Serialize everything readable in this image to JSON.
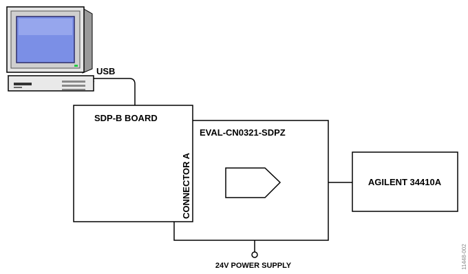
{
  "diagram": {
    "computer": {
      "icon": "desktop-computer-icon",
      "port_label": "USB"
    },
    "sdp_board": {
      "title": "SDP-B BOARD",
      "connector_label": "CONNECTOR A"
    },
    "eval_board": {
      "title": "EVAL-CN0321-SDPZ",
      "symbol": "pentagon-arrow-icon"
    },
    "meter": {
      "title": "AGILENT 34410A"
    },
    "power": {
      "label": "24V POWER SUPPLY"
    },
    "figure_id": "11448-002"
  },
  "colors": {
    "line": "#000000",
    "screen": "#7b8fe6",
    "case_light": "#e9e9e9",
    "case_dark": "#bdbdbd"
  }
}
